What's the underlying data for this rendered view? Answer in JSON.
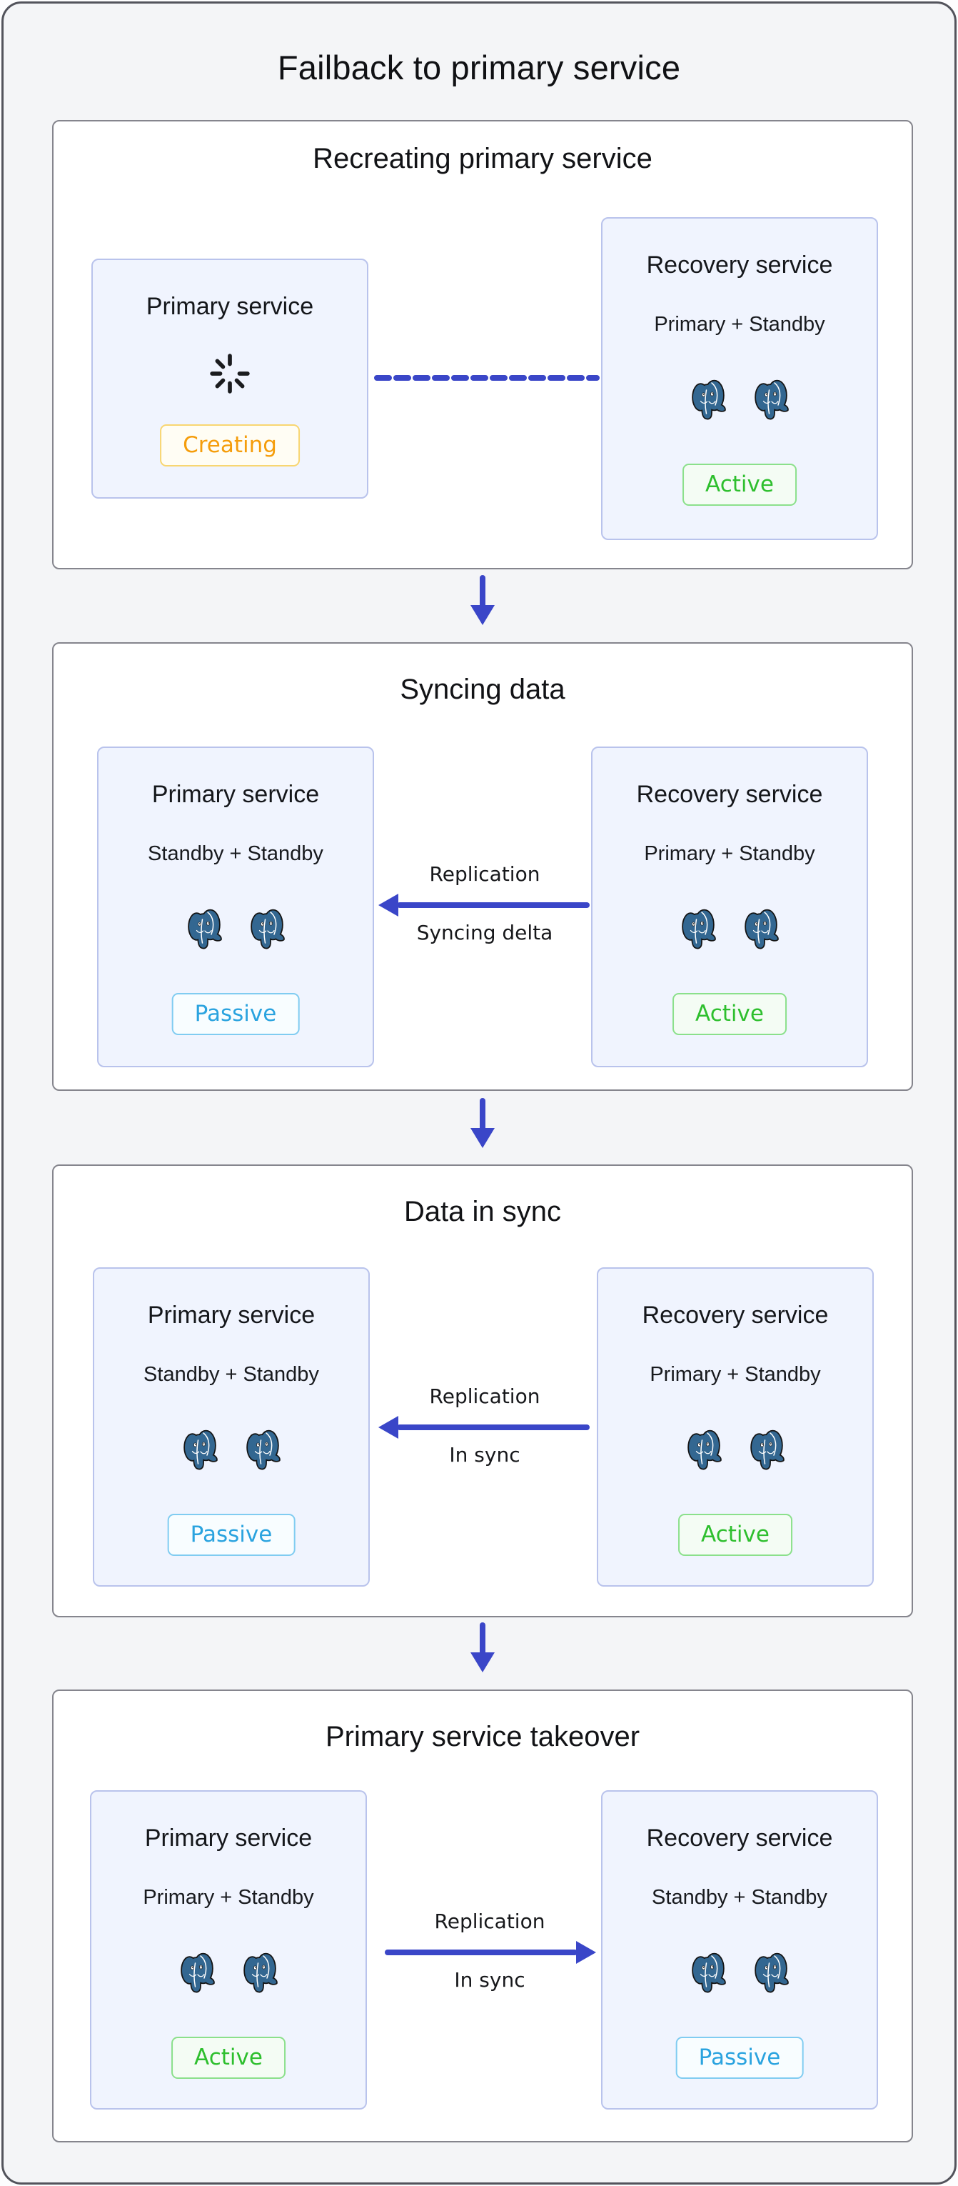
{
  "title": "Failback to primary service",
  "colors": {
    "arrow_blue": "#3a46c8",
    "elephant_blue": "#336791",
    "creating_orange": "#f59d0b",
    "active_green": "#2ebf2e",
    "passive_blue": "#2aa3df",
    "card_bg": "#f0f4fe",
    "card_border": "#b9c3ec",
    "section_border": "#85858d"
  },
  "icons": {
    "spinner": "loading-spinner-icon",
    "postgres": "postgresql-elephant-icon",
    "arrow_down": "arrow-down-icon",
    "arrow_horizontal": "replication-arrow-icon",
    "dashed_link": "dashed-connection-icon"
  },
  "sections": [
    {
      "header": "Recreating primary service",
      "left": {
        "title": "Primary service",
        "status": "Creating"
      },
      "right": {
        "title": "Recovery service",
        "subtitle": "Primary + Standby",
        "status": "Active"
      },
      "connector": {}
    },
    {
      "header": "Syncing data",
      "left": {
        "title": "Primary service",
        "subtitle": "Standby + Standby",
        "status": "Passive"
      },
      "right": {
        "title": "Recovery service",
        "subtitle": "Primary + Standby",
        "status": "Active"
      },
      "connector": {
        "label_top": "Replication",
        "label_bottom": "Syncing delta"
      }
    },
    {
      "header": "Data in sync",
      "left": {
        "title": "Primary service",
        "subtitle": "Standby + Standby",
        "status": "Passive"
      },
      "right": {
        "title": "Recovery service",
        "subtitle": "Primary + Standby",
        "status": "Active"
      },
      "connector": {
        "label_top": "Replication",
        "label_bottom": "In sync"
      }
    },
    {
      "header": "Primary service takeover",
      "left": {
        "title": "Primary service",
        "subtitle": "Primary + Standby",
        "status": "Active"
      },
      "right": {
        "title": "Recovery service",
        "subtitle": "Standby + Standby",
        "status": "Passive"
      },
      "connector": {
        "label_top": "Replication",
        "label_bottom": "In sync"
      }
    }
  ]
}
